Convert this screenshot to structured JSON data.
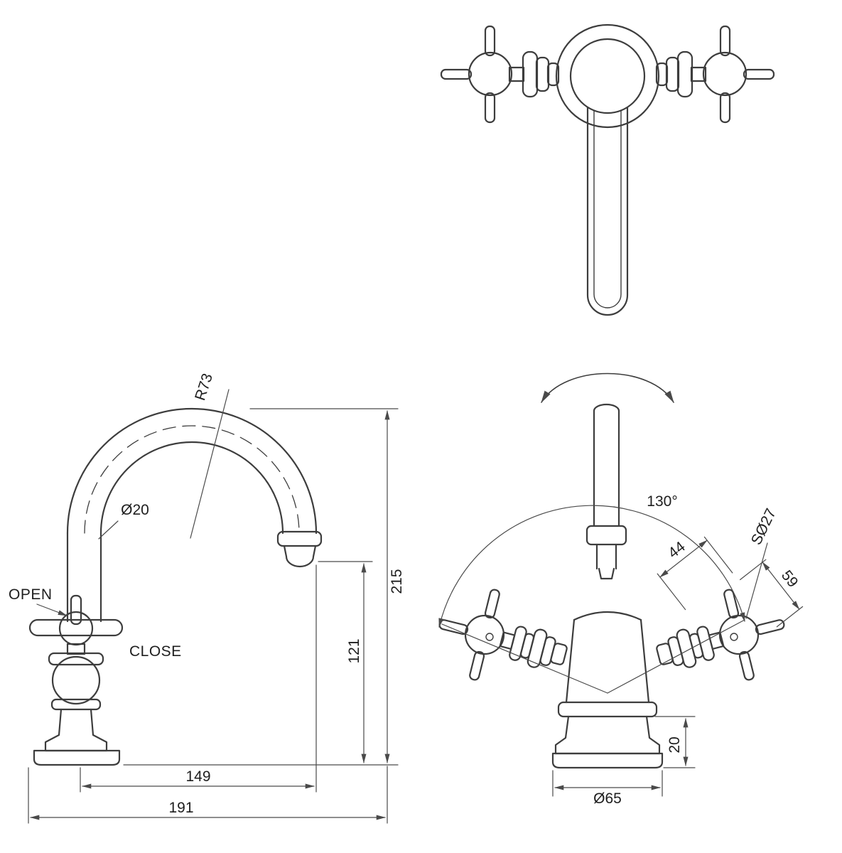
{
  "colors": {
    "background": "#ffffff",
    "outline": "#3d3d3d",
    "dimension_lines": "#4a4a4a",
    "text": "#1e1e1e"
  },
  "views": {
    "side": {
      "open_label": "OPEN",
      "close_label": "CLOSE",
      "dims": {
        "spout_radius": "R73",
        "spout_tube_diameter": "Ø20",
        "overall_height": "215",
        "outlet_height": "121",
        "spout_reach": "149",
        "overall_projection": "191"
      }
    },
    "front": {
      "dims": {
        "swivel_angle": "130°",
        "handle_length": "44",
        "handle_sphere_diameter": "SØ27",
        "handle_width": "59",
        "base_height": "20",
        "base_diameter": "Ø65"
      }
    }
  }
}
